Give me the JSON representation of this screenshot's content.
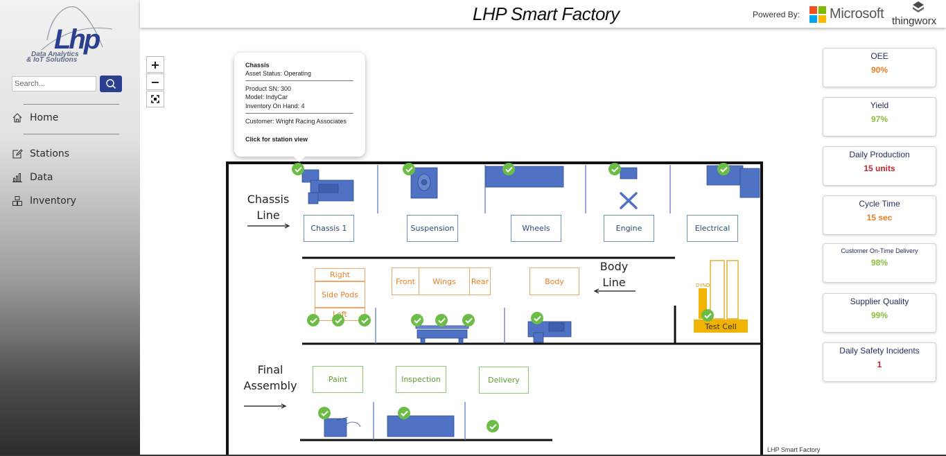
{
  "app": {
    "title": "LHP Smart Factory",
    "powered_by": "Powered By:",
    "partner_1": "Microsoft",
    "partner_2": "thingworx",
    "footer": "LHP Smart Factory"
  },
  "brand": {
    "logo_text": "Lhp",
    "tagline_1": "Data Analytics",
    "tagline_2": "& IoT Solutions"
  },
  "sidebar": {
    "search_placeholder": "Search...",
    "items": [
      {
        "label": "Home",
        "icon": "home-icon"
      },
      {
        "label": "Stations",
        "icon": "edit-icon"
      },
      {
        "label": "Data",
        "icon": "bar-chart-icon"
      },
      {
        "label": "Inventory",
        "icon": "boxes-icon"
      }
    ]
  },
  "map_controls": {
    "zoom_in": "+",
    "zoom_out": "−"
  },
  "tooltip": {
    "title": "Chassis",
    "status": "Asset Status: Operating",
    "product_sn": "Product SN: 300",
    "model": "Model: IndyCar",
    "inventory": "Inventory On Hand: 4",
    "customer": "Customer: Wright Racing Associates",
    "action": "Click for station view"
  },
  "floor": {
    "lines": {
      "chassis": [
        "Chassis",
        "Line"
      ],
      "body": [
        "Body",
        "Line"
      ],
      "final": [
        "Final",
        "Assembly"
      ]
    },
    "chassis_stations": [
      "Chassis 1",
      "Suspension",
      "Wheels",
      "Engine",
      "Electrical"
    ],
    "body_stations": {
      "right": "Right",
      "side_pods": "Side Pods",
      "left": "Left",
      "front": "Front",
      "wings": "Wings",
      "rear": "Rear",
      "body": "Body"
    },
    "test_cell": {
      "label": "Test Cell",
      "dyno": "DYNO"
    },
    "final_stations": [
      "Paint",
      "Inspection",
      "Delivery"
    ]
  },
  "kpis": [
    {
      "title": "OEE",
      "value": "90%",
      "color": "#ef7d22"
    },
    {
      "title": "Yield",
      "value": "97%",
      "color": "#8ac03a"
    },
    {
      "title": "Daily Production",
      "value": "15 units",
      "color": "#c1272d"
    },
    {
      "title": "Cycle Time",
      "value": "15 sec",
      "color": "#ef7d22"
    },
    {
      "title": "Customer On-Time Delivery",
      "value": "98%",
      "color": "#8ac03a"
    },
    {
      "title": "Supplier Quality",
      "value": "99%",
      "color": "#8ac03a"
    },
    {
      "title": "Daily Safety Incidents",
      "value": "1",
      "color": "#c1272d"
    }
  ],
  "colors": {
    "accent": "#2a3f8f",
    "station_blue": "#4f72c4",
    "check_green": "#6cbd45",
    "test_cell_gold": "#f0b400"
  }
}
